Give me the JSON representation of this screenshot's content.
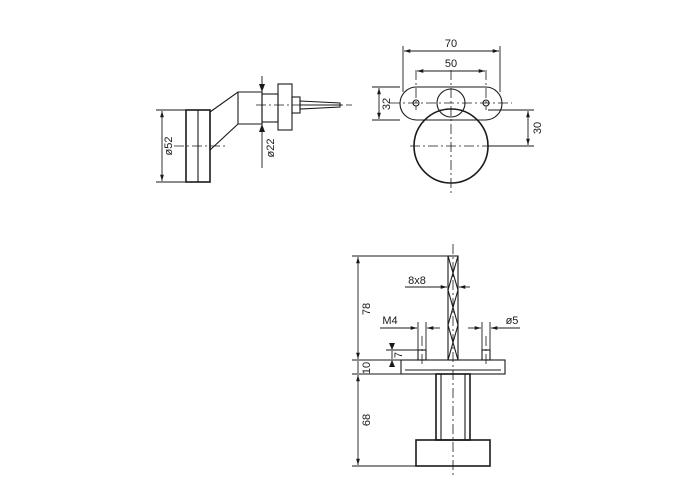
{
  "side_view": {
    "dia_body": "ø52",
    "dia_arm": "ø22"
  },
  "top_view": {
    "width_overall": "70",
    "hole_spacing": "50",
    "height_plate": "32",
    "height_knob": "30"
  },
  "front_view": {
    "square_size": "8x8",
    "thread": "M4",
    "pin_dia": "ø5",
    "height_top": "78",
    "height_pin": "7",
    "height_plate": "10",
    "height_bottom": "68"
  }
}
